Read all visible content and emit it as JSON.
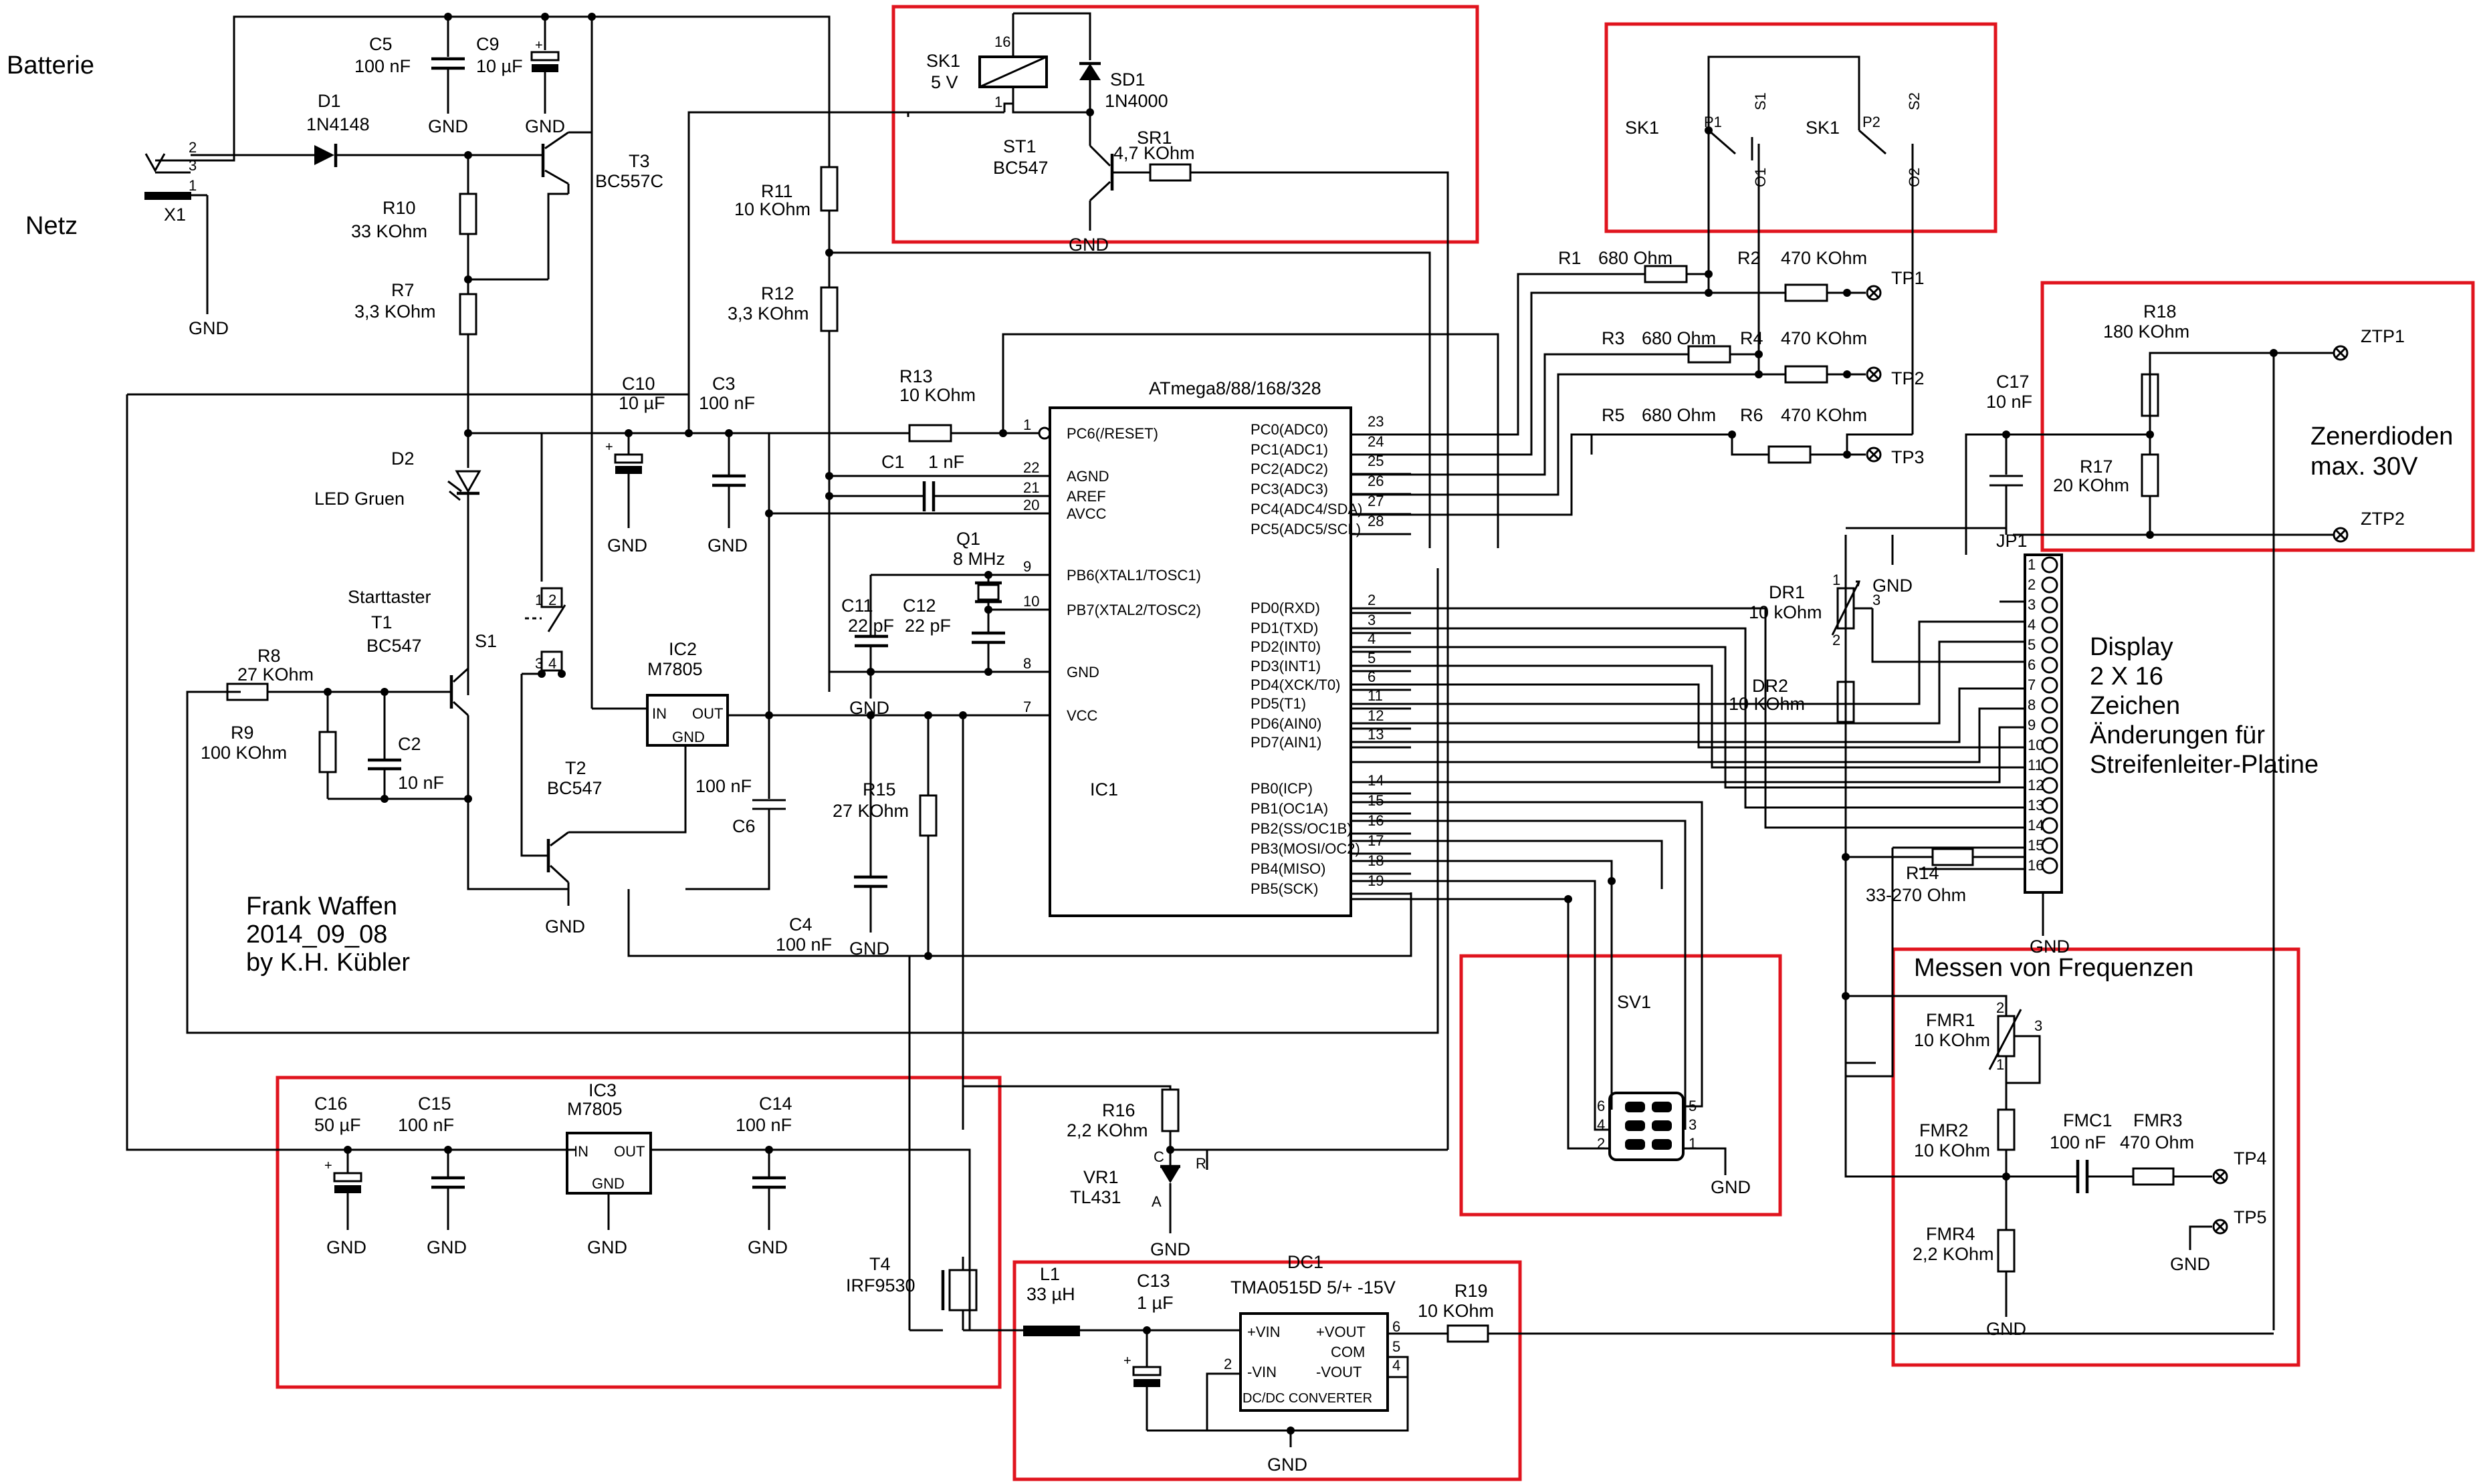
{
  "labels": {
    "batterie": "Batterie",
    "netz": "Netz",
    "x1": "X1",
    "c5": "C5",
    "c5_val": "100 nF",
    "c9": "C9",
    "c9_val": "10 µF",
    "d1": "D1",
    "d1_val": "1N4148",
    "t3": "T3",
    "t3_val": "BC557C",
    "r10": "R10",
    "r10_val": "33 KOhm",
    "r7": "R7",
    "r7_val": "3,3 KOhm",
    "d2": "D2",
    "d2_val": "LED Gruen",
    "starttaster": "Starttaster",
    "t1": "T1",
    "t1_val": "BC547",
    "s1": "S1",
    "r8": "R8",
    "r8_val": "27 KOhm",
    "r9": "R9",
    "r9_val": "100 KOhm",
    "c2": "C2",
    "c2_val": "10 nF",
    "t2": "T2",
    "t2_val": "BC547",
    "ic2": "IC2",
    "ic2_val": "M7805",
    "in": "IN",
    "out": "OUT",
    "gnd": "GND",
    "c6": "C6",
    "c6_val": "100 nF",
    "c10": "C10",
    "c10_val": "10 µF",
    "c3": "C3",
    "c3_val": "100 nF",
    "r11": "R11",
    "r11_val": "10 KOhm",
    "r12": "R12",
    "r12_val": "3,3 KOhm",
    "r13": "R13",
    "r13_val": "10 KOhm",
    "c1": "C1",
    "c1_val": "1 nF",
    "q1": "Q1",
    "q1_val": "8 MHz",
    "c11": "C11",
    "c11_val": "22 pF",
    "c12": "C12",
    "c12_val": "22 pF",
    "r15": "R15",
    "r15_val": "27 KOhm",
    "c4": "C4",
    "c4_val": "100 nF",
    "author": "Frank Waffen",
    "date": "2014_09_08",
    "by": "by K.H. Kübler",
    "sk1": "SK1",
    "sk1_val": "5 V",
    "sd1": "SD1",
    "sd1_val": "1N4000",
    "st1": "ST1",
    "st1_val": "BC547",
    "sr1": "SR1",
    "sr1_val": "4,7 KOhm",
    "ic_title": "ATmega8/88/168/328",
    "ic1": "IC1",
    "r1": "R1",
    "r1_val": "680 Ohm",
    "r2": "R2",
    "r2_val": "470 KOhm",
    "r3": "R3",
    "r3_val": "680 Ohm",
    "r4": "R4",
    "r4_val": "470 KOhm",
    "r5": "R5",
    "r5_val": "680 Ohm",
    "r6": "R6",
    "r6_val": "470 KOhm",
    "tp1": "TP1",
    "tp2": "TP2",
    "tp3": "TP3",
    "tp4": "TP4",
    "tp5": "TP5",
    "p1": "P1",
    "p2": "P2",
    "s1sw": "S1",
    "s2sw": "S2",
    "o1": "O1",
    "o2": "O2",
    "r18": "R18",
    "r18_val": "180 KOhm",
    "r17": "R17",
    "r17_val": "20 KOhm",
    "ztp1": "ZTP1",
    "ztp2": "ZTP2",
    "zener1": "Zenerdioden",
    "zener2": "max. 30V",
    "c17": "C17",
    "c17_val": "10 nF",
    "jp1": "JP1",
    "dr1": "DR1",
    "dr1_val": "10 kOhm",
    "dr2": "DR2",
    "dr2_val": "10 KOhm",
    "display1": "Display",
    "display2": "2 X 16",
    "display3": "Zeichen",
    "display4": "Änderungen für",
    "display5": "Streifenleiter-Platine",
    "r14": "R14",
    "r14_val": "33-270 Ohm",
    "sv1": "SV1",
    "messen": "Messen von Frequenzen",
    "fmr1": "FMR1",
    "fmr1_val": "10 KOhm",
    "fmr2": "FMR2",
    "fmr2_val": "10 KOhm",
    "fmc1": "FMC1",
    "fmc1_val": "100 nF",
    "fmr3": "FMR3",
    "fmr3_val": "470 Ohm",
    "fmr4": "FMR4",
    "fmr4_val": "2,2 KOhm",
    "c16": "C16",
    "c16_val": "50 µF",
    "c15": "C15",
    "c15_val": "100 nF",
    "ic3": "IC3",
    "ic3_val": "M7805",
    "c14": "C14",
    "c14_val": "100 nF",
    "t4": "T4",
    "t4_val": "IRF9530",
    "r16": "R16",
    "r16_val": "2,2 KOhm",
    "vr1": "VR1",
    "vr1_val": "TL431",
    "l1": "L1",
    "l1_val": "33 µH",
    "c13": "C13",
    "c13_val": "1 µF",
    "dc1": "DC1",
    "dc1_val": "TMA0515D 5/+ -15V",
    "vin_p": "+VIN",
    "vin_m": "-VIN",
    "vout_p": "+VOUT",
    "vout_m": "-VOUT",
    "com": "COM",
    "dcdc": "DC/DC CONVERTER",
    "r19": "R19",
    "r19_val": "10 KOhm"
  },
  "ic_left_pins": [
    {
      "num": "1",
      "name": "PC6(/RESET)"
    },
    {
      "num": "22",
      "name": "AGND"
    },
    {
      "num": "21",
      "name": "AREF"
    },
    {
      "num": "20",
      "name": "AVCC"
    },
    {
      "num": "9",
      "name": "PB6(XTAL1/TOSC1)"
    },
    {
      "num": "10",
      "name": "PB7(XTAL2/TOSC2)"
    },
    {
      "num": "8",
      "name": "GND"
    },
    {
      "num": "7",
      "name": "VCC"
    }
  ],
  "ic_right_pins": [
    {
      "num": "23",
      "name": "PC0(ADC0)"
    },
    {
      "num": "24",
      "name": "PC1(ADC1)"
    },
    {
      "num": "25",
      "name": "PC2(ADC2)"
    },
    {
      "num": "26",
      "name": "PC3(ADC3)"
    },
    {
      "num": "27",
      "name": "PC4(ADC4/SDA)"
    },
    {
      "num": "28",
      "name": "PC5(ADC5/SCL)"
    },
    {
      "num": "2",
      "name": "PD0(RXD)"
    },
    {
      "num": "3",
      "name": "PD1(TXD)"
    },
    {
      "num": "4",
      "name": "PD2(INT0)"
    },
    {
      "num": "5",
      "name": "PD3(INT1)"
    },
    {
      "num": "6",
      "name": "PD4(XCK/T0)"
    },
    {
      "num": "11",
      "name": "PD5(T1)"
    },
    {
      "num": "12",
      "name": "PD6(AIN0)"
    },
    {
      "num": "13",
      "name": "PD7(AIN1)"
    },
    {
      "num": "14",
      "name": "PB0(ICP)"
    },
    {
      "num": "15",
      "name": "PB1(OC1A)"
    },
    {
      "num": "16",
      "name": "PB2(SS/OC1B)"
    },
    {
      "num": "17",
      "name": "PB3(MOSI/OC2)"
    },
    {
      "num": "18",
      "name": "PB4(MISO)"
    },
    {
      "num": "19",
      "name": "PB5(SCK)"
    }
  ],
  "jp1_pins": [
    "1",
    "2",
    "3",
    "4",
    "5",
    "6",
    "7",
    "8",
    "9",
    "10",
    "11",
    "12",
    "13",
    "14",
    "15",
    "16"
  ],
  "sv1_pins": {
    "p1": "1",
    "p2": "2",
    "p3": "3",
    "p4": "4",
    "p5": "5",
    "p6": "6"
  },
  "misc_pins": {
    "sk1_16": "16",
    "sk1_1": "1",
    "x1_1": "1",
    "x1_2": "2",
    "x1_3": "3",
    "s1_1": "1",
    "s1_2": "2",
    "s1_3": "3",
    "s1_4": "4",
    "dr1_1": "1",
    "dr1_2": "2",
    "dr1_3": "3",
    "fmr1_1": "1",
    "fmr1_2": "2",
    "fmr1_3": "3",
    "dc_2": "2",
    "dc_4": "4",
    "dc_5": "5",
    "dc_6": "6",
    "vr_r": "R",
    "vr_a": "A",
    "vr_c": "C",
    "plus": "+"
  },
  "colors": {
    "highlight": "#e0141e",
    "ink": "#000000"
  }
}
